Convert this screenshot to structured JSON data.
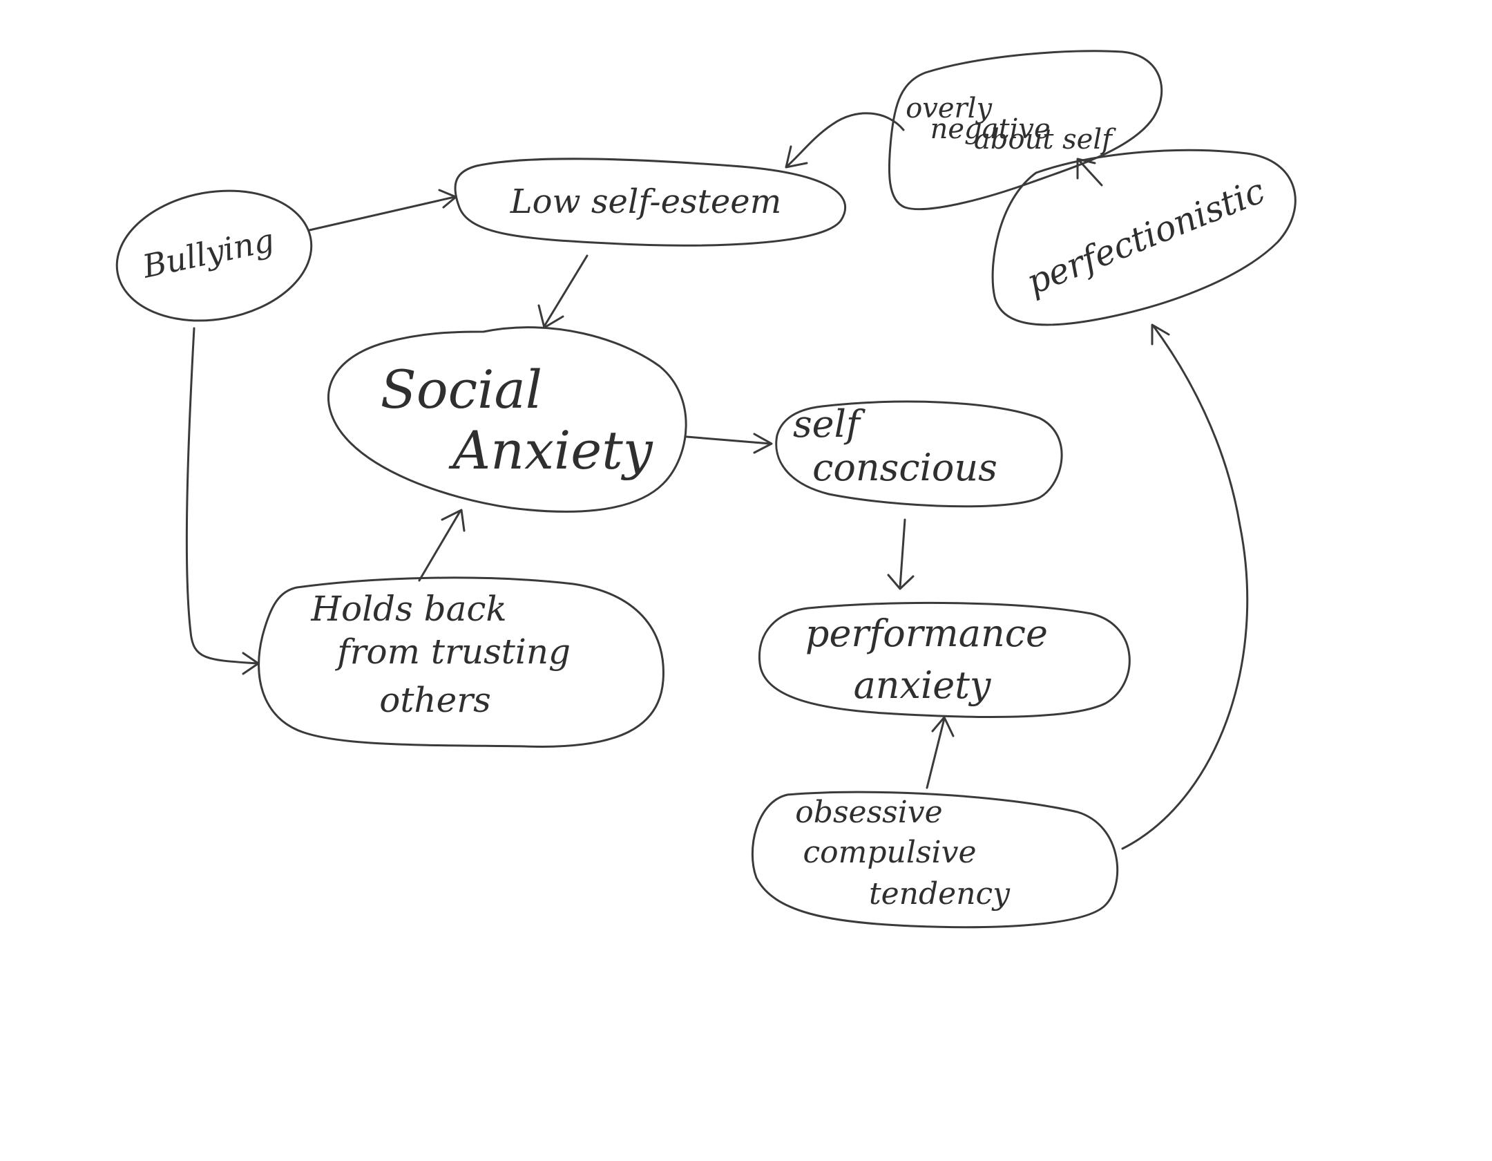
{
  "diagram": {
    "nodes": {
      "bullying": {
        "lines": [
          "Bullying"
        ]
      },
      "low_self_esteem": {
        "lines": [
          "Low self-esteem"
        ]
      },
      "social_anxiety": {
        "lines": [
          "Social",
          "Anxiety"
        ]
      },
      "holds_back": {
        "lines": [
          "Holds back",
          "from trusting",
          "others"
        ]
      },
      "self_conscious": {
        "lines": [
          "self",
          "conscious"
        ]
      },
      "performance_anxiety": {
        "lines": [
          "performance",
          "anxiety"
        ]
      },
      "obsessive_compulsive": {
        "lines": [
          "obsessive",
          "compulsive",
          "tendency"
        ]
      },
      "perfectionistic": {
        "lines": [
          "perfectionistic"
        ]
      },
      "overly_negative": {
        "lines": [
          "overly",
          "negative",
          "about self"
        ]
      }
    },
    "edges": [
      {
        "from": "bullying",
        "to": "low_self_esteem"
      },
      {
        "from": "bullying",
        "to": "holds_back"
      },
      {
        "from": "low_self_esteem",
        "to": "social_anxiety"
      },
      {
        "from": "holds_back",
        "to": "social_anxiety"
      },
      {
        "from": "social_anxiety",
        "to": "self_conscious"
      },
      {
        "from": "self_conscious",
        "to": "performance_anxiety"
      },
      {
        "from": "obsessive_compulsive",
        "to": "performance_anxiety"
      },
      {
        "from": "obsessive_compulsive",
        "to": "perfectionistic"
      },
      {
        "from": "perfectionistic",
        "to": "overly_negative"
      },
      {
        "from": "overly_negative",
        "to": "low_self_esteem"
      }
    ]
  }
}
